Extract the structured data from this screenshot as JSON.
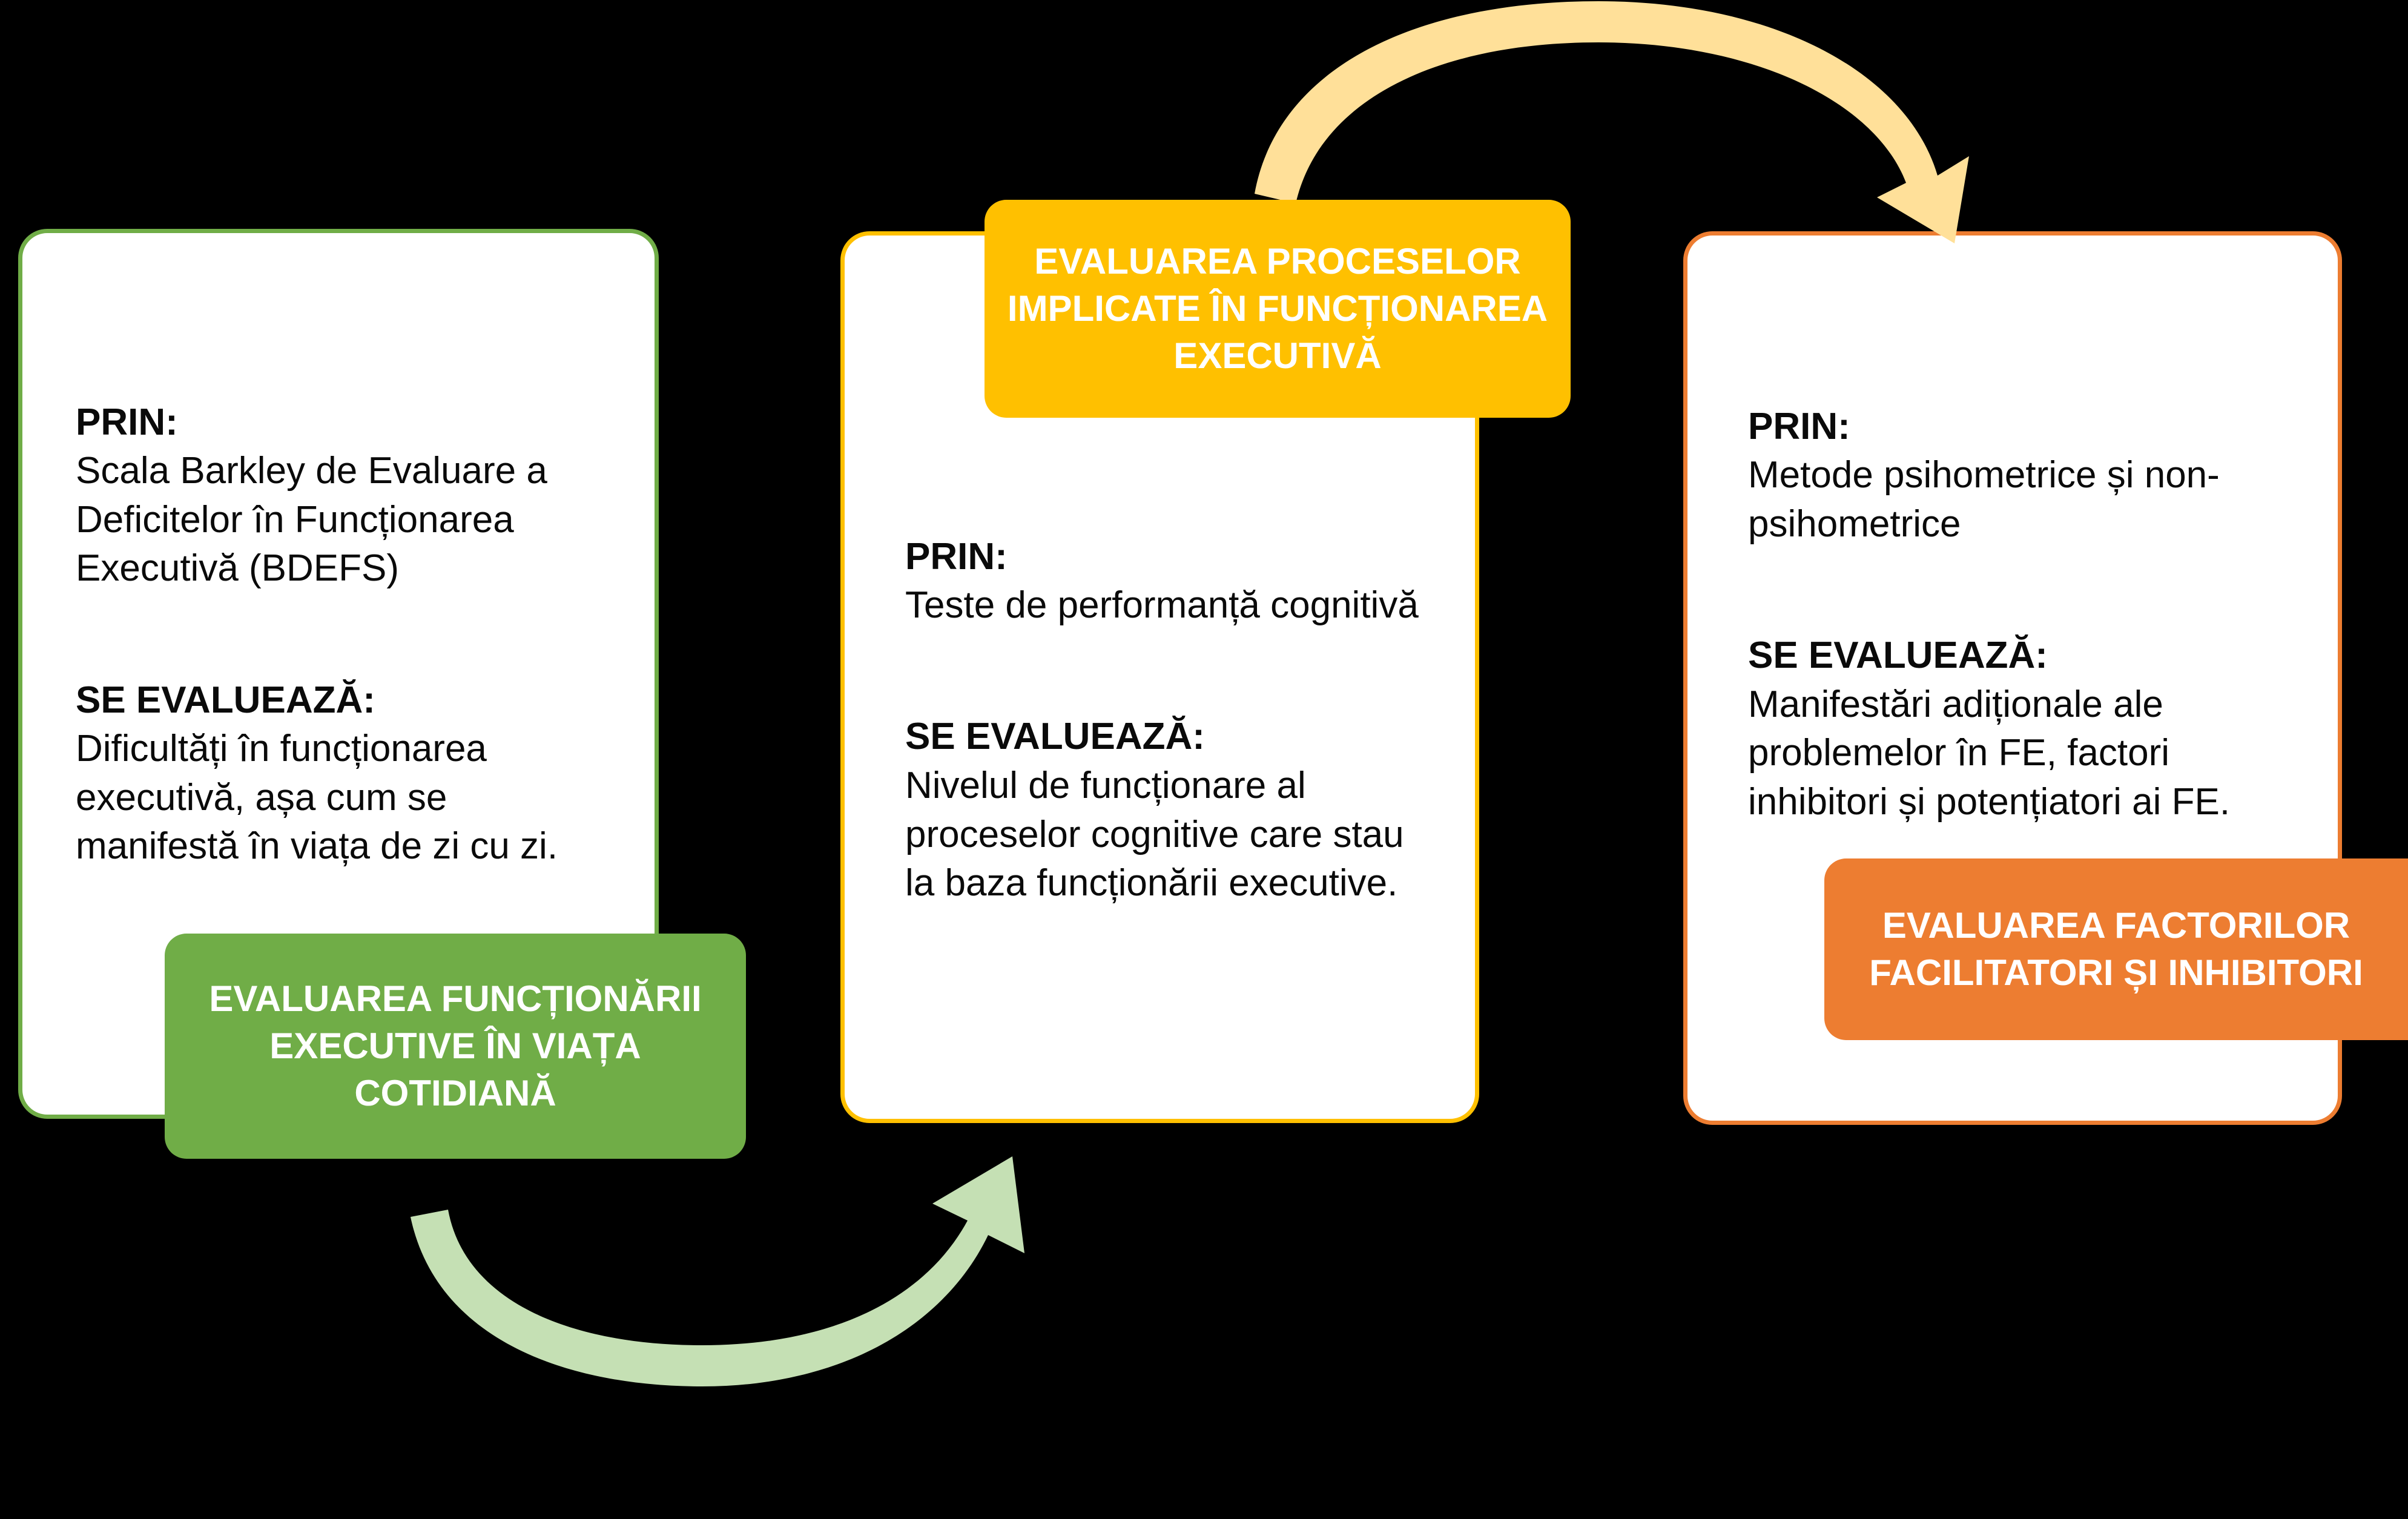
{
  "diagram": {
    "title": "Evaluarea functionarii executive - trei etape",
    "background_color": "#000000",
    "cards": [
      {
        "id": "card-1",
        "accent_color": "#70AD47",
        "prin_label": "PRIN:",
        "prin_text": "Scala Barkley de Evaluare a Deficitelor în Funcționarea Executivă (BDEFS)",
        "evalueaza_label": "SE EVALUEAZĂ:",
        "evalueaza_text": "Dificultăți în funcționarea executivă, așa cum se manifestă în viața de zi cu zi.",
        "banner_text": "EVALUAREA FUNCȚIONĂRII EXECUTIVE ÎN VIAȚA COTIDIANĂ",
        "banner_color": "#70AD47"
      },
      {
        "id": "card-2",
        "accent_color": "#FFC000",
        "prin_label": "PRIN:",
        "prin_text": "Teste de performanță cognitivă",
        "evalueaza_label": "SE EVALUEAZĂ:",
        "evalueaza_text": "Nivelul de funcționare al proceselor cognitive care stau la baza funcționării executive.",
        "banner_text": "EVALUAREA PROCESELOR IMPLICATE ÎN FUNCȚIONAREA EXECUTIVĂ",
        "banner_color": "#FFC000"
      },
      {
        "id": "card-3",
        "accent_color": "#ED7D31",
        "prin_label": "PRIN:",
        "prin_text": "Metode psihometrice și non-psihometrice",
        "evalueaza_label": "SE EVALUEAZĂ:",
        "evalueaza_text": "Manifestări adiționale ale problemelor în FE, factori inhibitori și potențiatori ai FE.",
        "banner_text": "EVALUAREA FACTORILOR FACILITATORI ȘI INHIBITORI",
        "banner_color": "#ED7D31"
      }
    ],
    "arrows": [
      {
        "id": "arrow-green",
        "name": "curved-arrow-stage1-to-stage2",
        "color": "#C5E0B4",
        "direction": "left-to-right, curving below"
      },
      {
        "id": "arrow-yellow",
        "name": "curved-arrow-stage2-to-stage3",
        "color": "#FFE099",
        "direction": "left-to-right, curving above"
      }
    ]
  }
}
